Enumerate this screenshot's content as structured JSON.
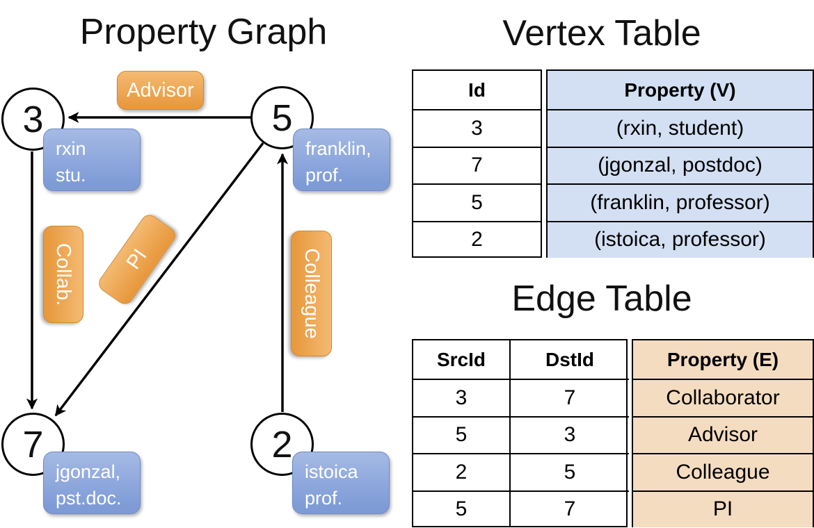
{
  "graph": {
    "title": "Property Graph",
    "nodes": [
      {
        "id": "3",
        "property": [
          "rxin",
          "stu."
        ]
      },
      {
        "id": "5",
        "property": [
          "franklin,",
          "prof."
        ]
      },
      {
        "id": "7",
        "property": [
          "jgonzal,",
          "pst.doc."
        ]
      },
      {
        "id": "2",
        "property": [
          "istoica",
          "prof."
        ]
      }
    ],
    "edge_labels": {
      "advisor": "Advisor",
      "collab": "Collab.",
      "pi": "PI",
      "colleague": "Colleague"
    },
    "edges": [
      {
        "src": "5",
        "dst": "3",
        "label": "Advisor"
      },
      {
        "src": "3",
        "dst": "7",
        "label": "Collab."
      },
      {
        "src": "5",
        "dst": "7",
        "label": "PI"
      },
      {
        "src": "2",
        "dst": "5",
        "label": "Colleague"
      }
    ]
  },
  "vertex_table": {
    "title": "Vertex Table",
    "columns": [
      "Id",
      "Property (V)"
    ],
    "rows": [
      [
        "3",
        "(rxin, student)"
      ],
      [
        "7",
        "(jgonzal, postdoc)"
      ],
      [
        "5",
        "(franklin, professor)"
      ],
      [
        "2",
        "(istoica, professor)"
      ]
    ]
  },
  "edge_table": {
    "title": "Edge Table",
    "columns": [
      "SrcId",
      "DstId",
      "Property (E)"
    ],
    "rows": [
      [
        "3",
        "7",
        "Collaborator"
      ],
      [
        "5",
        "3",
        "Advisor"
      ],
      [
        "2",
        "5",
        "Colleague"
      ],
      [
        "5",
        "7",
        "PI"
      ]
    ]
  },
  "colors": {
    "edge_label_orange_top": "#f4ba72",
    "edge_label_orange_bottom": "#e8993e",
    "vertex_label_blue_top": "#a5bae5",
    "vertex_label_blue_bottom": "#7e9bd6",
    "vertex_table_fill": "#d3dff2",
    "edge_table_fill": "#f4dcc1",
    "line_color": "#000000",
    "text_on_labels": "#ffffff"
  }
}
